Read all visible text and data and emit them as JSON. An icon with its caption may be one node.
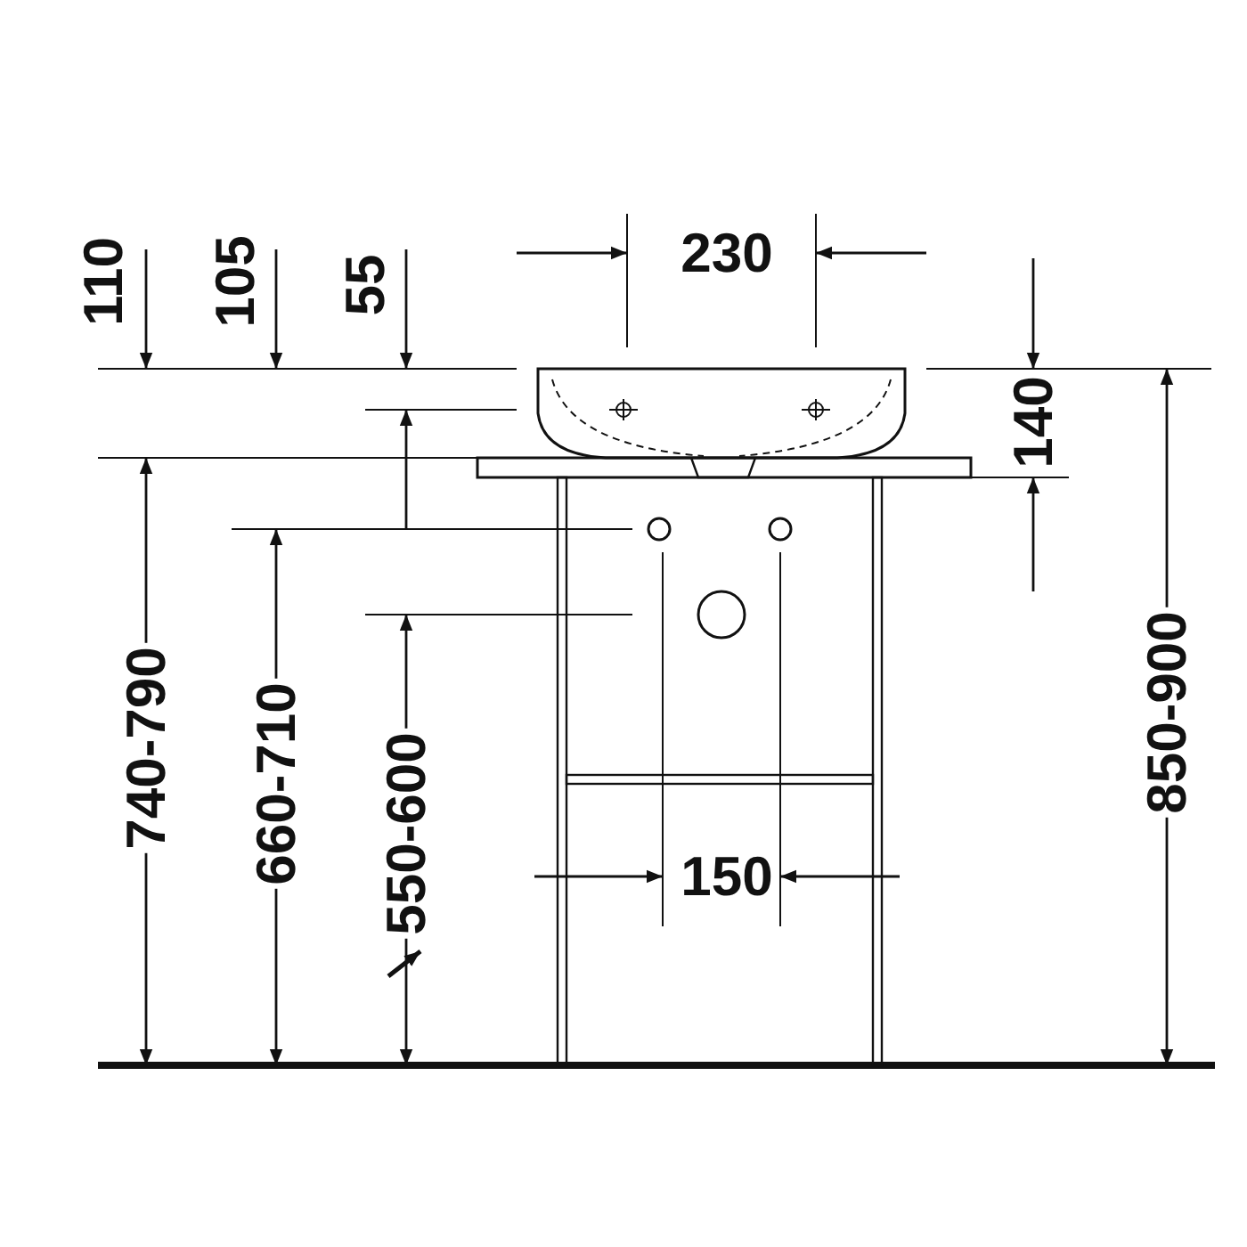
{
  "diagram": {
    "labels": [
      "110",
      "105",
      "55",
      "230",
      "140",
      "740-790",
      "660-710",
      "550-600",
      "150",
      "850-900"
    ]
  }
}
